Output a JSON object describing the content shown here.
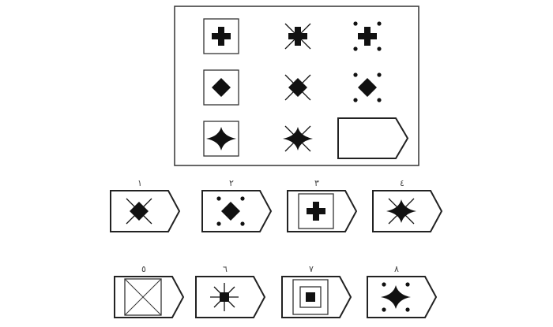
{
  "matrix": {
    "cells": [
      [
        "frame",
        "cross"
      ],
      [
        "xlines",
        "cross"
      ],
      [
        "dots",
        "cross"
      ],
      [
        "frame",
        "diamond"
      ],
      [
        "xlines",
        "diamond"
      ],
      [
        "dots",
        "diamond"
      ],
      [
        "frame",
        "star4"
      ],
      [
        "xlines",
        "star4"
      ],
      [
        "missing"
      ]
    ]
  },
  "options": [
    {
      "label": "١",
      "features": [
        "xlines",
        "diamond"
      ]
    },
    {
      "label": "٢",
      "features": [
        "dots",
        "diamond"
      ]
    },
    {
      "label": "٣",
      "features": [
        "frame",
        "cross"
      ]
    },
    {
      "label": "٤",
      "features": [
        "xlines",
        "star4"
      ]
    },
    {
      "label": "٥",
      "features": [
        "xframe"
      ]
    },
    {
      "label": "٦",
      "features": [
        "rays",
        "square"
      ]
    },
    {
      "label": "٧",
      "features": [
        "frame",
        "innerframe",
        "square"
      ]
    },
    {
      "label": "٨",
      "features": [
        "dots",
        "star4"
      ]
    }
  ],
  "colors": {
    "ink": "#111111",
    "border": "#333333"
  }
}
